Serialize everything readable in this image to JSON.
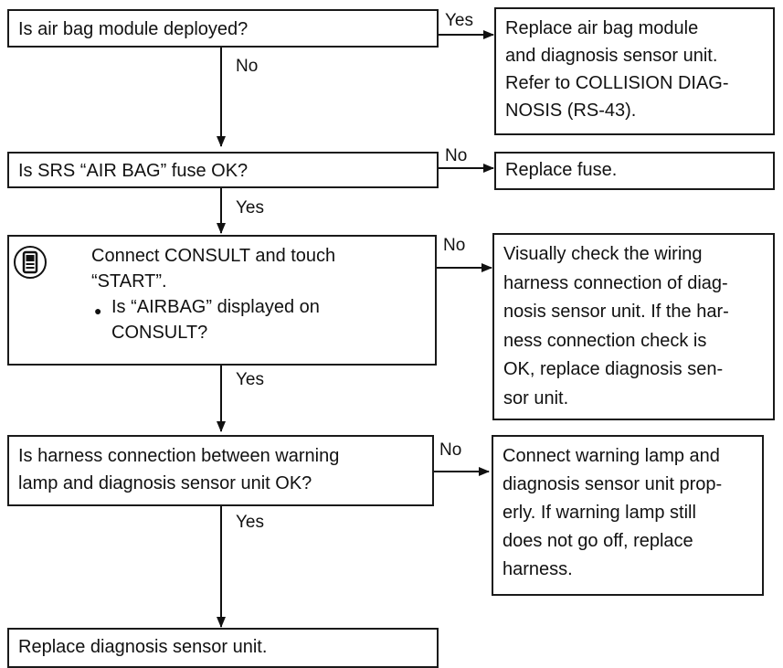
{
  "steps": [
    {
      "question": "Is air bag module deployed?",
      "yes_label": "Yes",
      "no_label": "No",
      "action": [
        "Replace air bag module",
        "and diagnosis sensor unit.",
        "Refer to COLLISION DIAG-",
        "NOSIS (RS-43)."
      ]
    },
    {
      "question": "Is SRS “AIR BAG” fuse OK?",
      "no_label": "No",
      "yes_label": "Yes",
      "action": [
        "Replace fuse."
      ]
    },
    {
      "question": [
        "Connect CONSULT and touch",
        "“START”.",
        "Is “AIRBAG” displayed on",
        "CONSULT?"
      ],
      "no_label": "No",
      "yes_label": "Yes",
      "action": [
        "Visually check the wiring",
        "harness connection of diag-",
        "nosis sensor unit. If the har-",
        "ness connection check is",
        "OK, replace diagnosis sen-",
        "sor unit."
      ]
    },
    {
      "question": [
        "Is harness connection between warning",
        "lamp and diagnosis sensor unit OK?"
      ],
      "no_label": "No",
      "yes_label": "Yes",
      "action": [
        "Connect warning lamp and",
        "diagnosis sensor unit prop-",
        "erly. If warning lamp still",
        "does not go off, replace",
        "harness."
      ]
    }
  ],
  "final": "Replace diagnosis sensor unit.",
  "icons": {
    "consult": "consult-tester-icon"
  }
}
